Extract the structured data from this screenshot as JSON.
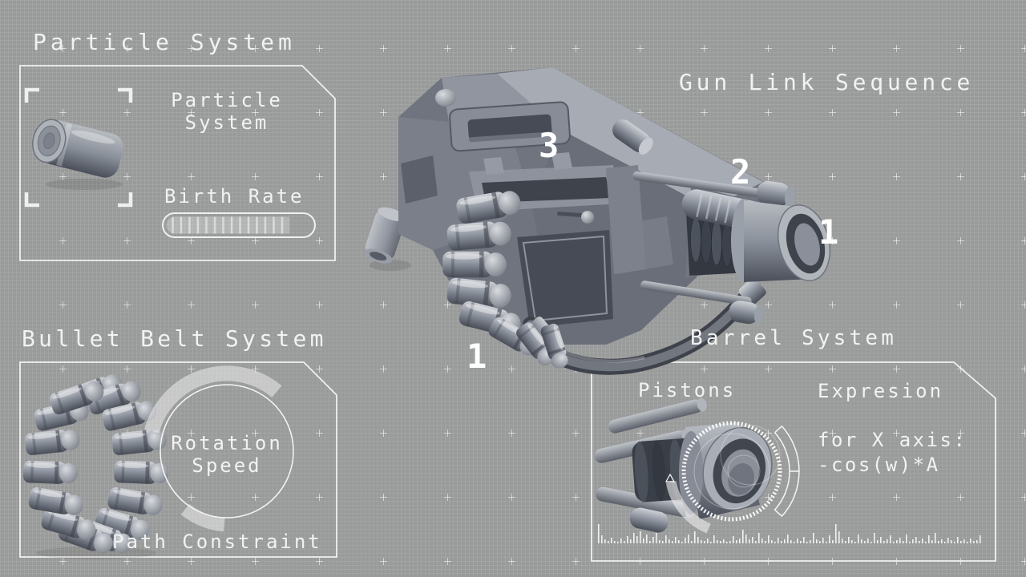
{
  "background": {
    "color": "#999a9a",
    "grid_color": "rgba(255,255,255,0.08)",
    "plus_mark_color": "rgba(255,255,255,0.55)",
    "frame_color": "#f0f0f0",
    "text_color": "#f2f2f2"
  },
  "panels": {
    "particle": {
      "title": "Particle System",
      "label_line1": "Particle",
      "label_line2": "System",
      "birth_rate_label": "Birth Rate",
      "birth_rate_percent": 85
    },
    "gun_link": {
      "title": "Gun Link Sequence",
      "markers": {
        "m3": "3",
        "m2": "2",
        "m1": "1",
        "m1b": "1"
      }
    },
    "bullet_belt": {
      "title": "Bullet Belt System",
      "gauge_line1": "Rotation",
      "gauge_line2": "Speed",
      "footer_label": "Path Constraint",
      "belt_bullet_count": 15
    },
    "barrel": {
      "title": "Barrel System",
      "left_label": "Pistons",
      "right_label": "Expresion",
      "expression_line1": "for X axis:",
      "expression_line2": "-cos(w)*A",
      "waveform": [
        24,
        10,
        5,
        3,
        7,
        3,
        2,
        6,
        3,
        9,
        5,
        13,
        9,
        15,
        6,
        11,
        3,
        8,
        13,
        4,
        3,
        10,
        5,
        3,
        8,
        4,
        2,
        7,
        11,
        3,
        15,
        8,
        4,
        3,
        6,
        2,
        10,
        4,
        3,
        5,
        2,
        3,
        9,
        4,
        6,
        17,
        11,
        5,
        8,
        3,
        13,
        6,
        3,
        10,
        4,
        2,
        7,
        3,
        5,
        11,
        4,
        2,
        6,
        3,
        8,
        2,
        4,
        13,
        5,
        3,
        7,
        2,
        10,
        4,
        24,
        15,
        6,
        3,
        8,
        4,
        2,
        11,
        5,
        3,
        6,
        2,
        13,
        4,
        8,
        3,
        5,
        10,
        2,
        4,
        7,
        3,
        11,
        2,
        5,
        8,
        3,
        6,
        2,
        10,
        4,
        13,
        3,
        5,
        2,
        7,
        4,
        2,
        8,
        3,
        5,
        2,
        6,
        3,
        4,
        10
      ]
    }
  }
}
